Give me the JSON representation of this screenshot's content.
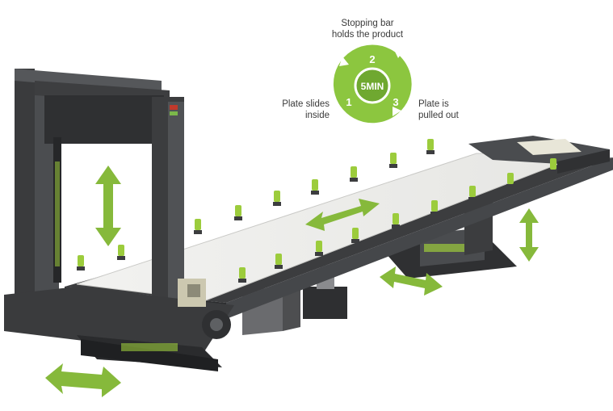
{
  "cycle": {
    "center_label": "5MIN",
    "steps": [
      {
        "number": "1",
        "label": "Plate slides inside"
      },
      {
        "number": "2",
        "label": "Stopping bar holds the product"
      },
      {
        "number": "3",
        "label": "Plate is pulled out"
      }
    ],
    "label_lines": {
      "top_1": "Stopping bar",
      "top_2": "holds the product",
      "left_1": "Plate slides",
      "left_2": "inside",
      "right_1": "Plate is",
      "right_2": "pulled out"
    }
  },
  "colors": {
    "arrow_green": "#86b93b",
    "cycle_green": "#8cc63f",
    "cycle_green_dark": "#6fa830",
    "machine_dark": "#3c3d3f",
    "machine_mid": "#55575a",
    "table_surface": "#eeeeec",
    "stopper_green": "#9ccc3c"
  },
  "icons": [
    "double-arrow-icon",
    "cycle-icon"
  ]
}
